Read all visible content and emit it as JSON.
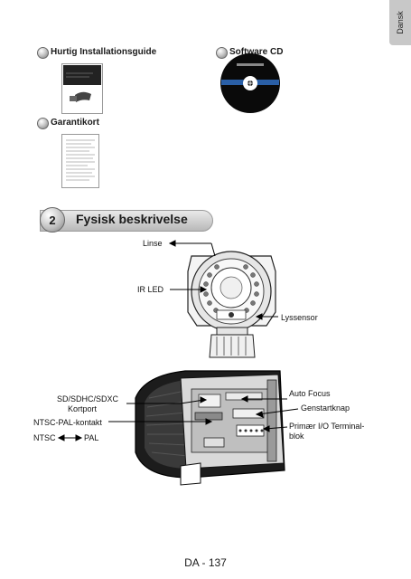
{
  "side_tab": "Dansk",
  "items": {
    "quick_guide": "Hurtig Installationsguide",
    "software_cd": "Software CD",
    "warranty": "Garantikort"
  },
  "section": {
    "number": "2",
    "title": "Fysisk beskrivelse"
  },
  "labels": {
    "linse": "Linse",
    "ir_led": "IR LED",
    "lyssensor": "Lyssensor",
    "sd_line1": "SD/SDHC/SDXC",
    "sd_line2": "Kortport",
    "ntsc_pal": "NTSC-PAL-kontakt",
    "ntsc": "NTSC",
    "pal": "PAL",
    "auto_focus": "Auto Focus",
    "reset": "Genstartknap",
    "io_line1": "Primær I/O Terminal-",
    "io_line2": "blok"
  },
  "footer": {
    "page": "DA - 137"
  }
}
